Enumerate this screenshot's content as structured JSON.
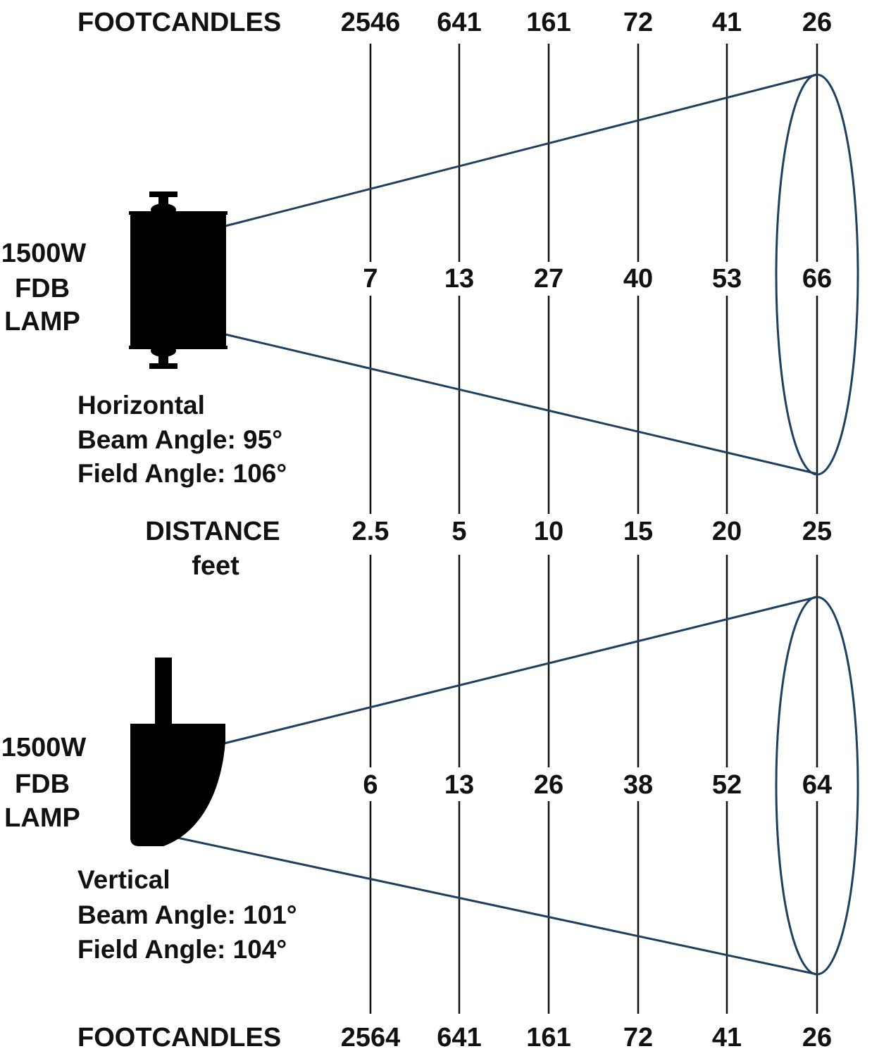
{
  "colors": {
    "text": "#111111",
    "gridline": "#111111",
    "beam": "#1f3f5f",
    "fixture": "#000000"
  },
  "labels": {
    "footcandles_top": "FOOTCANDLES",
    "footcandles_bottom": "FOOTCANDLES",
    "distance": "DISTANCE",
    "distance_unit": "feet"
  },
  "horizontal": {
    "lamp_line1": "1500W",
    "lamp_line2": "FDB",
    "lamp_line3": "LAMP",
    "title": "Horizontal",
    "beam_angle": "Beam Angle: 95°",
    "field_angle": "Field Angle: 106°"
  },
  "vertical": {
    "lamp_line1": "1500W",
    "lamp_line2": "FDB",
    "lamp_line3": "LAMP",
    "title": "Vertical",
    "beam_angle": "Beam Angle: 101°",
    "field_angle": "Field Angle: 104°"
  },
  "chart_data": {
    "type": "table",
    "distance_feet": [
      "2.5",
      "5",
      "10",
      "15",
      "20",
      "25"
    ],
    "footcandles_horizontal": [
      "2546",
      "641",
      "161",
      "72",
      "41",
      "26"
    ],
    "beam_width_horizontal": [
      "7",
      "13",
      "27",
      "40",
      "53",
      "66"
    ],
    "beam_width_vertical": [
      "6",
      "13",
      "26",
      "38",
      "52",
      "64"
    ],
    "footcandles_vertical": [
      "2564",
      "641",
      "161",
      "72",
      "41",
      "26"
    ]
  }
}
